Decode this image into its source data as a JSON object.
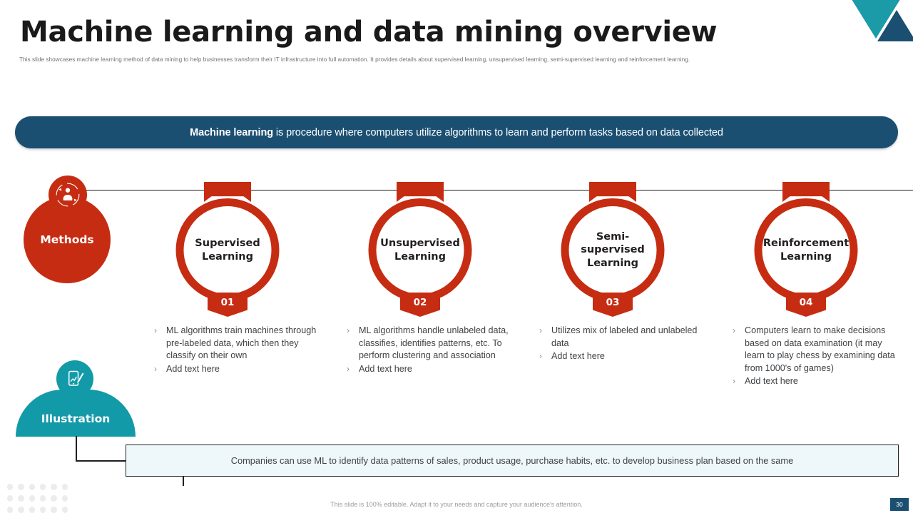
{
  "logo": {
    "teal_color": "#1b9aa8",
    "navy_color": "#1b4f72"
  },
  "header": {
    "title": "Machine learning and data mining overview",
    "subtitle": "This slide showcases machine learning method of data mining to help businesses transform their IT infrastructure into full automation. It provides details about supervised learning, unsupervised learning, semi-supervised learning and reinforcement learning."
  },
  "banner": {
    "strong": "Machine learning",
    "rest": " is procedure where computers utilize algorithms to learn and perform tasks based on data collected",
    "bg_color": "#1b4f72"
  },
  "methods": {
    "label": "Methods",
    "icon": "person-reading-cycle-icon",
    "color": "#c62c12"
  },
  "illustration": {
    "label": "Illustration",
    "icon": "tablet-stylus-icon",
    "color": "#129aa8"
  },
  "columns": [
    {
      "number": "01",
      "title": "Supervised Learning",
      "bullets": [
        "ML algorithms train machines through pre-labeled data, which then they classify on their own",
        "Add text here"
      ]
    },
    {
      "number": "02",
      "title": "Unsupervised Learning",
      "bullets": [
        "ML algorithms handle unlabeled data, classifies, identifies patterns, etc. To perform clustering and association",
        "Add text here"
      ]
    },
    {
      "number": "03",
      "title": "Semi-supervised Learning",
      "bullets": [
        "Utilizes mix of labeled and unlabeled data",
        "Add text here"
      ]
    },
    {
      "number": "04",
      "title": "Reinforcement Learning",
      "bullets": [
        "Computers learn to make decisions based on data examination (it may learn to play chess by examining data from 1000's of games)",
        "Add text here"
      ]
    }
  ],
  "note": {
    "text": "Companies can use ML to identify data patterns of sales, product usage, purchase habits, etc. to develop business plan based on the same"
  },
  "footer": {
    "text": "This slide is 100% editable. Adapt it to your needs and capture your audience's attention.",
    "page_number": "30"
  },
  "bullet_marker": "›"
}
